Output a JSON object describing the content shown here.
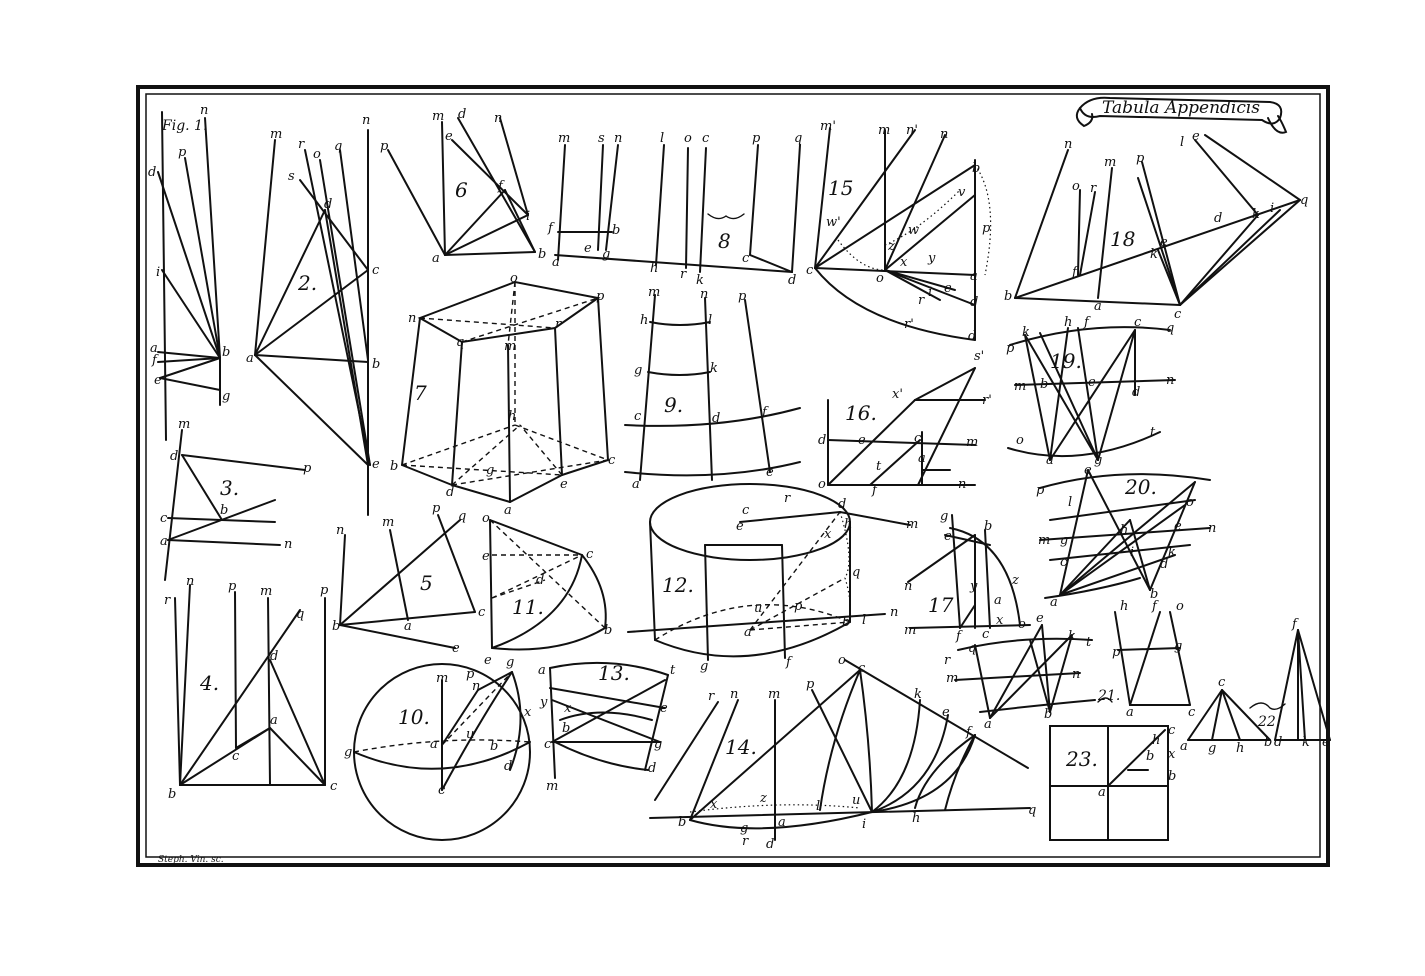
{
  "title": "Tabula Appendicis",
  "signature": "Steph. Vin. sc.",
  "figures": [
    {
      "id": "fig1",
      "number": "Fig. 1.",
      "labels": [
        "n",
        "p",
        "d",
        "i",
        "b",
        "f",
        "e",
        "g",
        "a"
      ]
    },
    {
      "id": "fig2",
      "number": "2.",
      "labels": [
        "m",
        "r",
        "s",
        "o",
        "q",
        "n",
        "d",
        "c",
        "a",
        "b",
        "e"
      ]
    },
    {
      "id": "fig3",
      "number": "3.",
      "labels": [
        "m",
        "d",
        "p",
        "b",
        "c",
        "a",
        "n"
      ]
    },
    {
      "id": "fig4",
      "number": "4.",
      "labels": [
        "r",
        "n",
        "p",
        "m",
        "p",
        "q",
        "d",
        "a",
        "c",
        "b",
        "c"
      ]
    },
    {
      "id": "fig5",
      "number": "5",
      "labels": [
        "n",
        "m",
        "p",
        "q",
        "c",
        "a",
        "b",
        "e"
      ]
    },
    {
      "id": "fig6",
      "number": "6",
      "labels": [
        "p",
        "m",
        "d",
        "n",
        "e",
        "f",
        "i",
        "a",
        "b"
      ]
    },
    {
      "id": "fig7",
      "number": "7",
      "labels": [
        "o",
        "n",
        "p",
        "q",
        "r",
        "m",
        "h",
        "g",
        "b",
        "c",
        "d",
        "e",
        "a"
      ]
    },
    {
      "id": "fig8",
      "number": "8",
      "labels": [
        "m",
        "s",
        "n",
        "f",
        "a",
        "e",
        "g",
        "b",
        "l",
        "o",
        "c",
        "h",
        "r",
        "k",
        "p",
        "q",
        "c",
        "d"
      ]
    },
    {
      "id": "fig9",
      "number": "9.",
      "labels": [
        "m",
        "n",
        "p",
        "h",
        "l",
        "g",
        "k",
        "c",
        "d",
        "f",
        "a",
        "e"
      ]
    },
    {
      "id": "fig10",
      "number": "10.",
      "labels": [
        "m",
        "p",
        "n",
        "e",
        "g",
        "a",
        "u",
        "c",
        "b",
        "d",
        "x",
        "g"
      ]
    },
    {
      "id": "fig11",
      "number": "11.",
      "labels": [
        "o",
        "c",
        "d",
        "e",
        "b"
      ]
    },
    {
      "id": "fig12",
      "number": "12.",
      "labels": [
        "c",
        "r",
        "d",
        "e",
        "h",
        "x",
        "q",
        "u",
        "p",
        "a",
        "b",
        "l",
        "n",
        "g",
        "f",
        "m"
      ]
    },
    {
      "id": "fig13",
      "number": "13.",
      "labels": [
        "a",
        "t",
        "y",
        "x",
        "e",
        "b",
        "g",
        "c",
        "d",
        "m"
      ]
    },
    {
      "id": "fig14",
      "number": "14.",
      "labels": [
        "r",
        "n",
        "m",
        "p",
        "o",
        "c",
        "k",
        "e",
        "f",
        "l",
        "z",
        "x",
        "a",
        "u",
        "i",
        "g",
        "b",
        "r",
        "d",
        "h",
        "q"
      ]
    },
    {
      "id": "fig15",
      "number": "15",
      "labels": [
        "m'",
        "m",
        "n'",
        "n",
        "b",
        "w'",
        "v",
        "p",
        "w",
        "z",
        "y",
        "x",
        "c",
        "o",
        "a",
        "e",
        "i",
        "d",
        "r",
        "r'",
        "d"
      ]
    },
    {
      "id": "fig16",
      "number": "16.",
      "labels": [
        "s'",
        "x'",
        "r'",
        "d",
        "e",
        "m",
        "c",
        "a",
        "o",
        "f",
        "t",
        "n"
      ]
    },
    {
      "id": "fig17",
      "number": "17",
      "labels": [
        "g",
        "b",
        "e",
        "y",
        "z",
        "a",
        "x",
        "n",
        "m",
        "f",
        "c",
        "o"
      ]
    },
    {
      "id": "fig18",
      "number": "18",
      "labels": [
        "n",
        "m",
        "p",
        "l",
        "e",
        "o",
        "r",
        "d",
        "k",
        "i",
        "q",
        "b",
        "f",
        "a",
        "c",
        "e",
        "k"
      ]
    },
    {
      "id": "fig19",
      "number": "19.",
      "labels": [
        "p",
        "k",
        "h",
        "f",
        "c",
        "q",
        "m",
        "b",
        "e",
        "n",
        "d",
        "o",
        "a",
        "g",
        "t"
      ]
    },
    {
      "id": "fig20",
      "number": "20.",
      "labels": [
        "e",
        "p",
        "l",
        "o",
        "e",
        "m",
        "g",
        "h",
        "i",
        "k",
        "n",
        "c",
        "d",
        "a",
        "b"
      ]
    },
    {
      "id": "fig21",
      "number": "21.",
      "labels": [
        "r",
        "q",
        "e",
        "k",
        "t",
        "m",
        "n",
        "a",
        "b",
        "h",
        "f",
        "o",
        "p",
        "g",
        "a",
        "c"
      ]
    },
    {
      "id": "fig22",
      "number": "22.",
      "labels": [
        "c",
        "f",
        "a",
        "g",
        "h",
        "b",
        "d",
        "k",
        "e"
      ]
    },
    {
      "id": "fig23",
      "number": "23.",
      "labels": [
        "c",
        "x",
        "h",
        "b",
        "a",
        "b"
      ]
    }
  ]
}
